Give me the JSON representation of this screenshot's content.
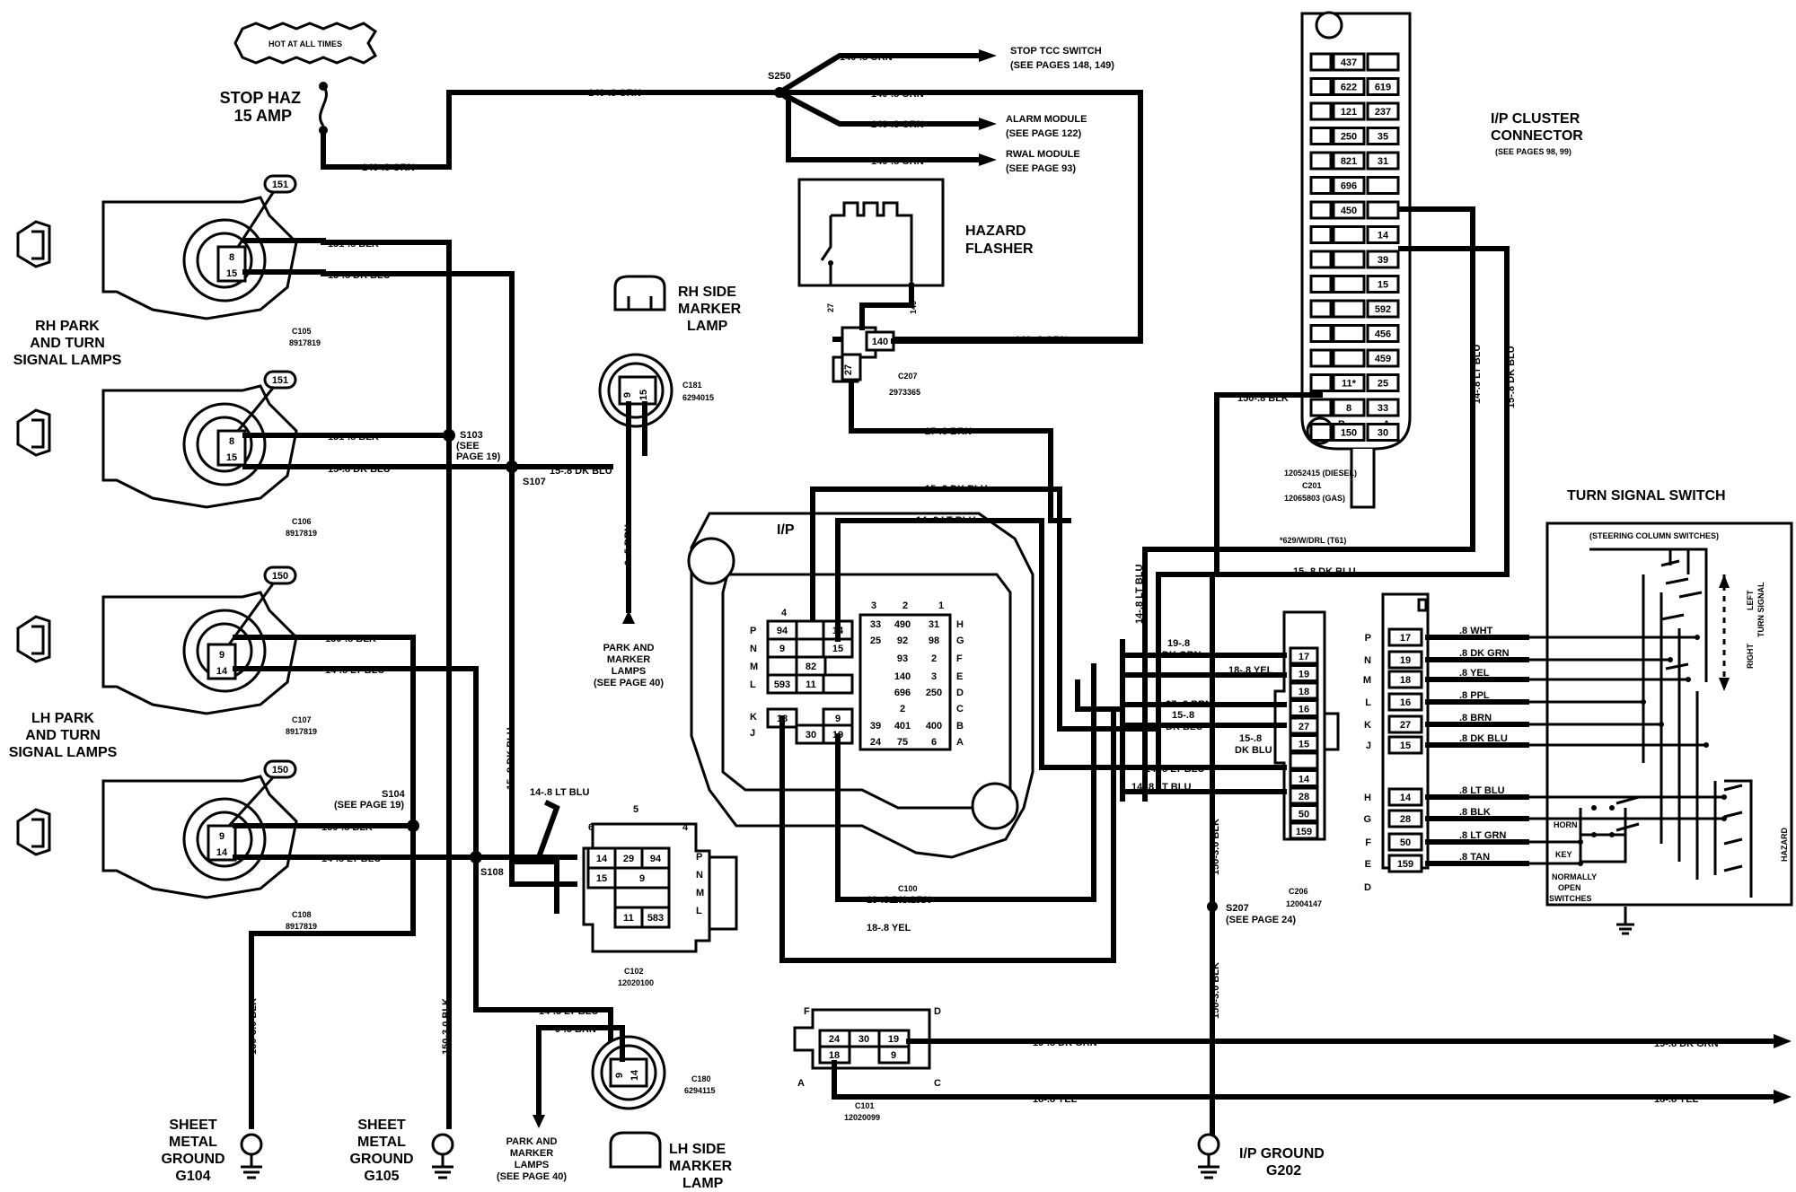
{
  "titles": {
    "hot_at_all_times": "HOT AT ALL TIMES",
    "stop_haz_fuse": [
      "STOP HAZ",
      "15 AMP"
    ],
    "rh_park_turn": [
      "RH PARK",
      "AND TURN",
      "SIGNAL LAMPS"
    ],
    "lh_park_turn": [
      "LH PARK",
      "AND TURN",
      "SIGNAL LAMPS"
    ],
    "rh_side_marker": [
      "RH SIDE",
      "MARKER",
      "LAMP"
    ],
    "lh_side_marker": [
      "LH SIDE",
      "MARKER",
      "LAMP"
    ],
    "hazard_flasher": [
      "HAZARD",
      "FLASHER"
    ],
    "ip_cluster": [
      "I/P CLUSTER",
      "CONNECTOR"
    ],
    "ip_cluster_ref": "(SEE PAGES 98, 99)",
    "turn_signal_switch": "TURN SIGNAL SWITCH",
    "steering_column": "(STEERING COLUMN SWITCHES)",
    "left_turn_signal": [
      "LEFT",
      "TURN SIGNAL"
    ],
    "right": "RIGHT",
    "hazard": "HAZARD",
    "horn": "HORN",
    "key": "KEY",
    "normally_open": [
      "NORMALLY",
      "OPEN",
      "SWITCHES"
    ],
    "ip": "I/P",
    "sheet_metal_g104": [
      "SHEET",
      "METAL",
      "GROUND",
      "G104"
    ],
    "sheet_metal_g105": [
      "SHEET",
      "METAL",
      "GROUND",
      "G105"
    ],
    "ip_ground": [
      "I/P GROUND",
      "G202"
    ],
    "park_marker_top": [
      "PARK AND",
      "MARKER",
      "LAMPS",
      "(SEE PAGE 40)"
    ],
    "park_marker_bottom": [
      "PARK AND",
      "MARKER",
      "LAMPS",
      "(SEE PAGE 40)"
    ],
    "stop_tcc": [
      "STOP TCC SWITCH",
      "(SEE PAGES 148, 149)"
    ],
    "alarm_module": [
      "ALARM MODULE",
      "(SEE PAGE 122)"
    ],
    "rwal_module": [
      "RWAL MODULE",
      "(SEE PAGE 93)"
    ]
  },
  "wire_labels": {
    "w140_fuse": "140-.8 ORN",
    "w140_top": "140-.8 ORN",
    "w140_s250": "140-.8 ORN",
    "w140_tcc": "140-.8 ORN",
    "w140_alarm": "140-.8 ORN",
    "w140_rwal": "140-.8 ORN",
    "w140_flasher": "140-.8 ORN",
    "w151_c105": "151-.8 BLK",
    "w15_c105": "15-.8 DK BLU",
    "w151_c106": "151-.8 BLK",
    "w15_c106": "15-.8 DK BLU",
    "w150_c107": "150-.8 BLK",
    "w14_c107": "14-.8 LT BLU",
    "w150_c108": "150-.8 BLK",
    "w14_c108": "14-.8 LT BLU",
    "w15_s107": "15-.8 DK BLU",
    "w15_vert": "15-.8 DK BLU",
    "w14_c102": "14-.8 LT BLU",
    "w9_rhmarker": "9-.5 BRN",
    "w27_brn": "27-.8 BRN",
    "w15_c100": "15-.8 DK BLU",
    "w14_c100": "14-.8 LT BLU",
    "w150_cluster": "150-.8 BLK",
    "w14_cluster": "14-.8 LT BLU",
    "w15_cluster": "15-.8 DK BLU",
    "w15_mid": "15-.8 DK BLU",
    "w14_vert": "14-.8 LT BLU",
    "w19_dkgrn": [
      "19-.8",
      "DK GRN"
    ],
    "w18_yel": "18-.8 YEL",
    "w27_brn2": "27-.8 BRN",
    "w15_dkblu_a": [
      "15-.8",
      "DK BLU"
    ],
    "w15_dkblu_b": [
      "15-.8",
      "DK BLU"
    ],
    "w14_ltblu_a": "14-.8 LT BLU",
    "w14_ltblu_b": "14-.8 LT BLU",
    "w19_c100": "19-.8 DK GRN",
    "w18_c100": "18-.8 YEL",
    "w150_g104": "150-3.0 BLK",
    "w150_g105": "150-3.0 BLK",
    "w150_g202a": "150-3.0 BLK",
    "w150_g202b": "150-3.0 BLK",
    "w14_lhmarker": "14-.5 LT BLU",
    "w9_lhmarker": "9-.5 BRN",
    "w19_c101": "19-.8 DK GRN",
    "w18_c101": "18-.8 YEL",
    "w19_right": "19-.8 DK GRN",
    "w18_right": "18-.8 YEL"
  },
  "connectors": {
    "c105": [
      "C105",
      "8917819"
    ],
    "c106": [
      "C106",
      "8917819"
    ],
    "c107": [
      "C107",
      "8917819"
    ],
    "c108": [
      "C108",
      "8917819"
    ],
    "c181": [
      "C181",
      "6294015"
    ],
    "c180": [
      "C180",
      "6294115"
    ],
    "c207": [
      "C207",
      "2973365"
    ],
    "c100": [
      "C100",
      "12020184"
    ],
    "c102": [
      "C102",
      "12020100"
    ],
    "c101": [
      "C101",
      "12020099"
    ],
    "c206": [
      "C206",
      "12004147"
    ],
    "c201": [
      "12052415 (DIESEL)",
      "C201",
      "12065803 (GAS)"
    ],
    "drl_note": "*629/W/DRL (T61)"
  },
  "splices": {
    "s250": "S250",
    "s103": [
      "S103",
      "(SEE",
      "PAGE 19)"
    ],
    "s107": "S107",
    "s104": [
      "S104",
      "(SEE PAGE 19)"
    ],
    "s108": "S108",
    "s207": [
      "S207",
      "(SEE PAGE 24)"
    ]
  },
  "pin_numbers": {
    "c105_pin_tag": "151",
    "c105_a": "8",
    "c105_b": "15",
    "c106_pin_tag": "151",
    "c106_a": "8",
    "c106_b": "15",
    "c107_pin_tag": "150",
    "c107_a": "9",
    "c107_b": "14",
    "c108_pin_tag": "150",
    "c108_a": "9",
    "c108_b": "14",
    "c181_a": "9",
    "c181_b": "15",
    "c180_a": "9",
    "c180_b": "14",
    "c207_a": "140",
    "c207_b": "27",
    "flasher_a": "27",
    "flasher_b": "140",
    "cluster_left": [
      "437",
      "622",
      "121",
      "250",
      "821",
      "696",
      "450",
      "",
      "",
      "",
      "",
      "",
      "",
      "11*",
      "8",
      "150"
    ],
    "cluster_right": [
      "",
      "619",
      "237",
      "35",
      "31",
      "",
      "",
      "14",
      "39",
      "15",
      "592",
      "456",
      "459",
      "25",
      "33",
      "30"
    ],
    "cluster_bottom": [
      "B",
      "A"
    ],
    "c100_rows_left": [
      "P",
      "N",
      "M",
      "L",
      "K",
      "J"
    ],
    "c100_rows_right": [
      "H",
      "G",
      "F",
      "E",
      "D",
      "C",
      "B",
      "A"
    ],
    "c100_left_cells": [
      "94",
      "9",
      "",
      "593",
      "18",
      "30"
    ],
    "c100_mid_cells": [
      "14",
      "15",
      "82",
      "11",
      "9",
      "19"
    ],
    "c100_right_a": [
      "33",
      "25",
      "",
      "",
      "",
      "",
      "39",
      "24"
    ],
    "c100_right_b": [
      "490",
      "92",
      "93",
      "140",
      "696",
      "2",
      "401",
      "75"
    ],
    "c100_right_c": [
      "31",
      "98",
      "2",
      "3",
      "250",
      "",
      "400",
      "6"
    ],
    "c100_top_nums": [
      "4",
      "3",
      "2",
      "1"
    ],
    "c102_top": [
      "6",
      "5",
      "4"
    ],
    "c102_rows": [
      "P",
      "N",
      "M",
      "L"
    ],
    "c102_cells": [
      "14",
      "29",
      "94",
      "15",
      "9",
      "",
      "",
      "11",
      "583"
    ],
    "c101_cells": [
      "24",
      "30",
      "19",
      "18",
      "9"
    ],
    "c101_letters": [
      "F",
      "D",
      "A",
      "C"
    ],
    "c206_pins": [
      "17",
      "19",
      "18",
      "16",
      "27",
      "15",
      "",
      "14",
      "28",
      "50",
      "159"
    ],
    "tss_letters": [
      "P",
      "N",
      "M",
      "L",
      "K",
      "J",
      "H",
      "G",
      "F",
      "E",
      "D"
    ],
    "tss_pins": [
      "17",
      "19",
      "18",
      "16",
      "27",
      "15",
      "14",
      "28",
      "50",
      "159"
    ],
    "tss_wires": [
      ".8 WHT",
      ".8 DK GRN",
      ".8 YEL",
      ".8 PPL",
      ".8 BRN",
      ".8 DK BLU",
      ".8 LT BLU",
      ".8 BLK",
      ".8 LT GRN",
      ".8 TAN"
    ]
  }
}
